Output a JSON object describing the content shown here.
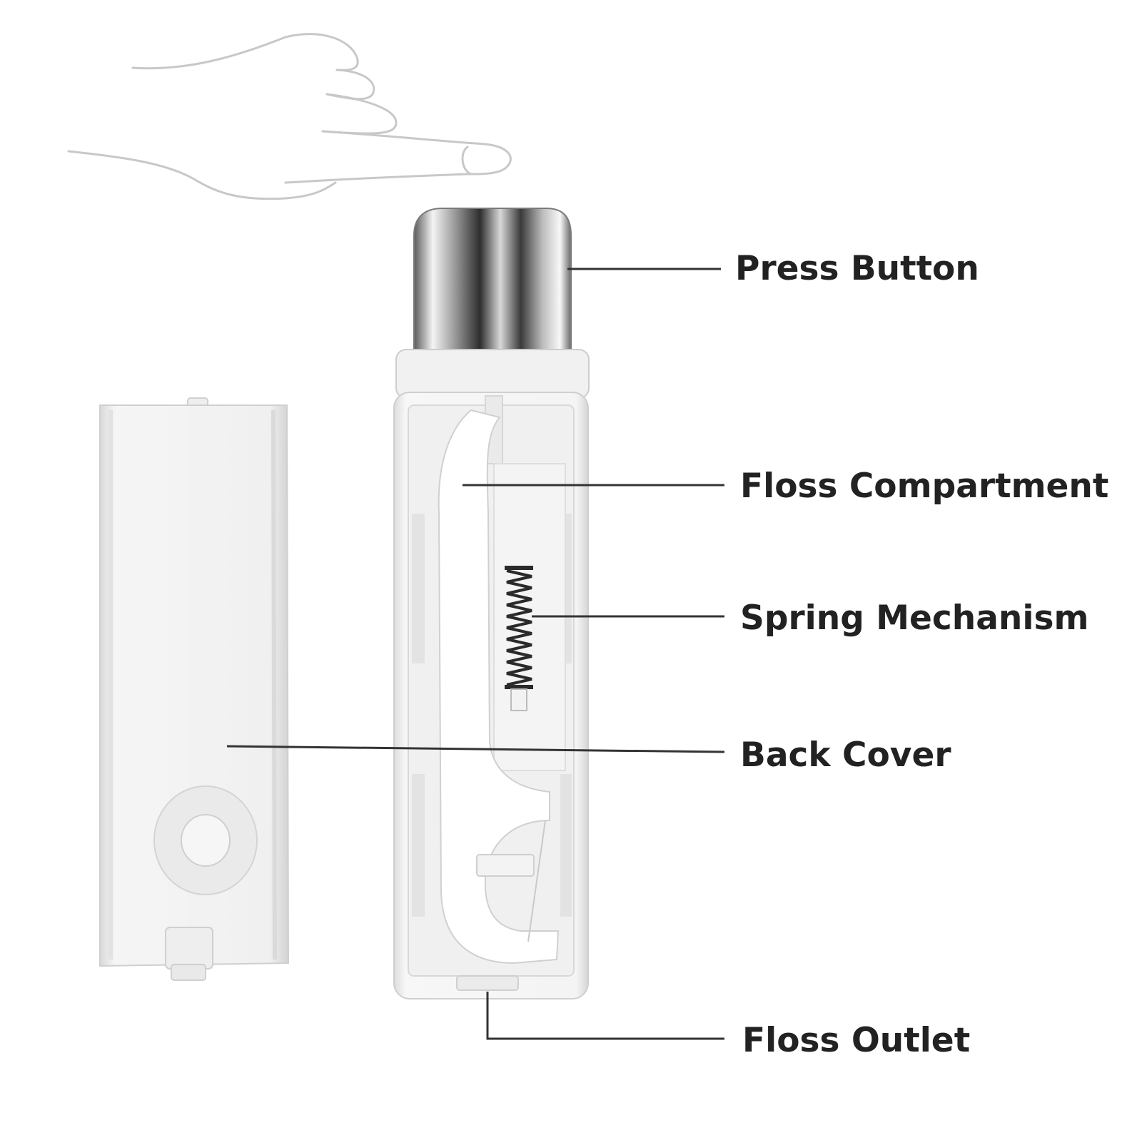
{
  "labels": {
    "press_button": "Press Button",
    "floss_compartment": "Floss Compartment",
    "spring_mechanism": "Spring Mechanism",
    "back_cover": "Back Cover",
    "floss_outlet": "Floss Outlet"
  },
  "colors": {
    "background": "#ffffff",
    "label_text": "#222222",
    "leader_line": "#333333",
    "plastic_white": "#f3f3f3",
    "plastic_edge": "#d2d2d2",
    "chrome": "#9a9a9a",
    "spring": "#2a2a2a",
    "hand_outline": "#c8c8c8"
  },
  "icons": {
    "hand": "hand-pressing-icon"
  }
}
